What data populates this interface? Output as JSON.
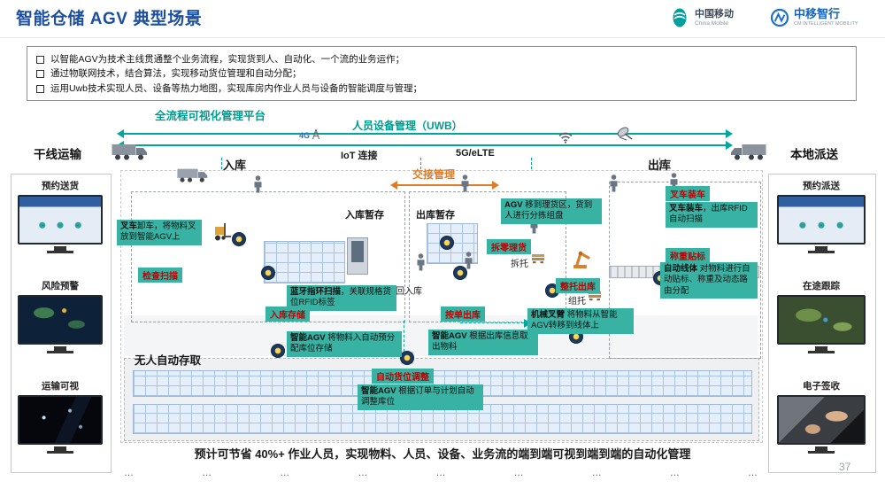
{
  "header": {
    "title": "智能仓储 AGV 典型场景",
    "cmcc_name": "中国移动",
    "cmcc_sub": "China Mobile",
    "cmim_name": "中移智行",
    "cmim_sub": "CM INTELLIGENT MOBILITY"
  },
  "intro": {
    "bullets": [
      "以智能AGV为技术主线贯通整个业务流程，实现货到人、自动化、一个流的业务运作；",
      "通过物联网技术，结合算法，实现移动货位管理和自动分配；",
      "运用Uwb技术实现人员、设备等热力地图，实现库房内作业人员与设备的智能调度与管理；"
    ]
  },
  "platform": {
    "visual_mgmt": "全流程可视化管理平台",
    "uwb_mgmt": "人员设备管理（UWB）",
    "g4": "4G",
    "iot": "IoT 连接",
    "g5": "5G/eLTE"
  },
  "left_panel": {
    "title": "干线运输",
    "monitors": [
      {
        "label": "预约送货"
      },
      {
        "label": "风险预警"
      },
      {
        "label": "运输可视"
      }
    ]
  },
  "right_panel": {
    "title": "本地派送",
    "monitors": [
      {
        "label": "预约派送"
      },
      {
        "label": "在途跟踪"
      },
      {
        "label": "电子签收"
      }
    ]
  },
  "diagram": {
    "zones": {
      "inbound": "入库",
      "outbound": "出库",
      "handover": "交接管理",
      "in_staging": "入库暂存",
      "out_staging": "出库暂存",
      "auto_storage": "无人自动存取",
      "return_in": "返回入库",
      "depalletize": "拆托",
      "palletize": "组托"
    },
    "callouts": {
      "unload": {
        "b": "叉车",
        "t": "卸车，将物料叉放到智能AGV上"
      },
      "check_scan": "检查扫描",
      "bluetooth": {
        "b": "蓝牙指环扫描",
        "t": "，关联规格货位RFID标签"
      },
      "inbound_store": "入库存储",
      "agv_in": {
        "b": "智能AGV",
        "t": " 将物料入自动预分配库位存储"
      },
      "auto_adjust": "自动货位调整",
      "agv_adjust": {
        "b": "智能AGV",
        "t": " 根据订单与计划自动调整库位"
      },
      "pick": "按单出库",
      "agv_pick": {
        "b": "智能AGV",
        "t": " 根据出库信息取出物料"
      },
      "tally": {
        "b": "AGV",
        "t": " 移到理货区，货到人进行分拣组盘"
      },
      "break_bulk": "拆零理货",
      "whole_out": "整托出库",
      "robot": {
        "b": "机械叉臂",
        "t": " 将物料从智能AGV转移到线体上"
      },
      "load_title": "叉车装车",
      "load": {
        "b": "叉车装车",
        "t": "，出库RFID自动扫描"
      },
      "weigh": "称重贴标",
      "auto_line": {
        "b": "自动线体",
        "t": " 对物料进行自动贴标、称重及动态路由分配"
      }
    }
  },
  "footer": {
    "summary": "预计可节省 40%+ 作业人员，实现物料、人员、设备、业务流的端到端可视到端到端的自动化管理",
    "page": "37",
    "dot": "…"
  },
  "colors": {
    "accent_teal": "#00A79D",
    "callout_bg": "#38B3A3",
    "alert_red": "#CC0000",
    "title_blue": "#1C4FA0",
    "handover_orange": "#E07B2A"
  },
  "icons": {
    "truck": "truck-silhouette",
    "person": "person-silhouette",
    "agv": "agv-shuttle-dot",
    "robot_arm": "robot-arm",
    "wifi": "wifi-arcs",
    "satellite": "satellite-dish",
    "antenna_4g": "4g-antenna",
    "pallet": "pallet-stack",
    "bullet": "checkbox-square"
  }
}
